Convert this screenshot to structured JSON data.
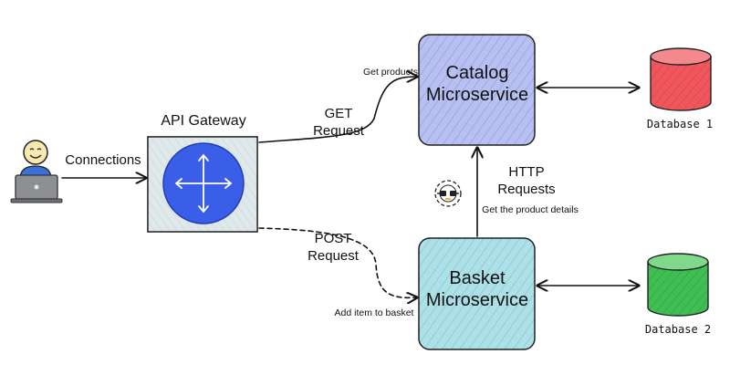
{
  "gateway": {
    "label": "API Gateway"
  },
  "catalog": {
    "line1": "Catalog",
    "line2": "Microservice"
  },
  "basket": {
    "line1": "Basket",
    "line2": "Microservice"
  },
  "databases": [
    {
      "label": "Database 1",
      "color": "#f0575c"
    },
    {
      "label": "Database 2",
      "color": "#3fbf53"
    }
  ],
  "edges": {
    "connections": "Connections",
    "get_line1": "GET",
    "get_line2": "Request",
    "get_products": "Get products",
    "post_line1": "POST",
    "post_line2": "Request",
    "add_item": "Add item to basket",
    "http_line1": "HTTP",
    "http_line2": "Requests",
    "get_details": "Get the product details"
  },
  "colors": {
    "catalog_fill": "#b7c0f1",
    "basket_fill": "#aee0e7",
    "gateway_fill": "#dfe8ea",
    "gateway_circle": "#3b5ee8",
    "user_shirt": "#3d6fd9",
    "user_face": "#f7e7b0"
  },
  "icons": [
    "user-avatar",
    "laptop-icon",
    "routing-arrows-icon",
    "api-plug-gear-icon"
  ]
}
